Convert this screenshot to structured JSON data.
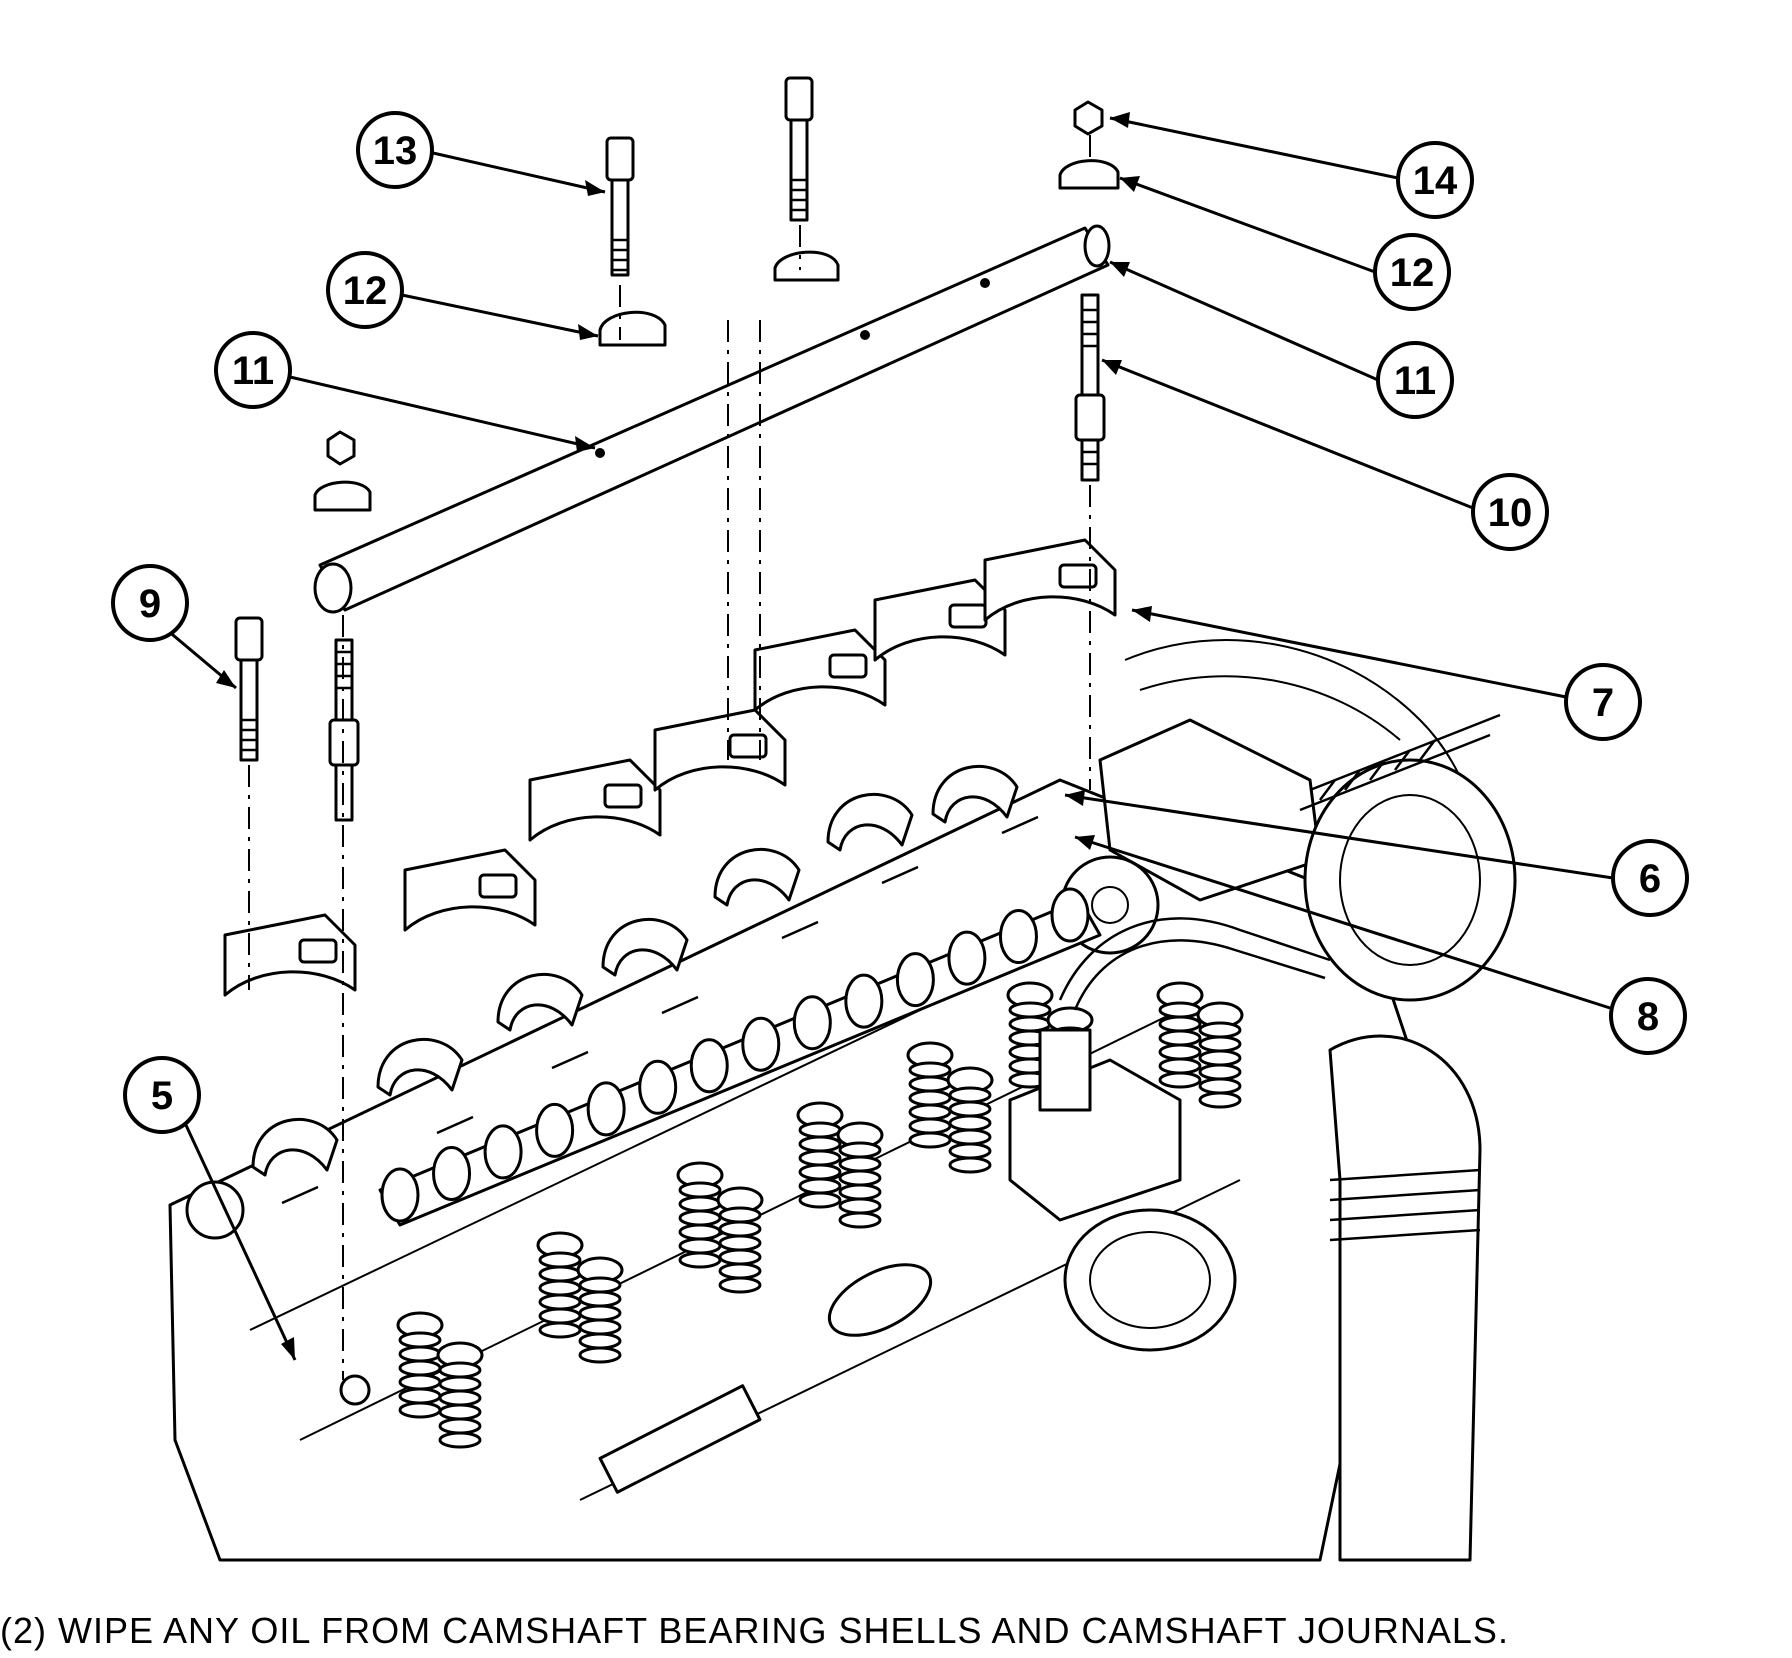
{
  "figure": {
    "callouts": [
      {
        "id": "callout-13",
        "label": "13"
      },
      {
        "id": "callout-14",
        "label": "14"
      },
      {
        "id": "callout-12-left",
        "label": "12"
      },
      {
        "id": "callout-12-right",
        "label": "12"
      },
      {
        "id": "callout-11-left",
        "label": "11"
      },
      {
        "id": "callout-11-right",
        "label": "11"
      },
      {
        "id": "callout-10",
        "label": "10"
      },
      {
        "id": "callout-9",
        "label": "9"
      },
      {
        "id": "callout-7",
        "label": "7"
      },
      {
        "id": "callout-6",
        "label": "6"
      },
      {
        "id": "callout-8",
        "label": "8"
      },
      {
        "id": "callout-5",
        "label": "5"
      }
    ]
  },
  "instruction": "(2) WIPE ANY OIL FROM CAMSHAFT BEARING SHELLS AND CAMSHAFT JOURNALS."
}
